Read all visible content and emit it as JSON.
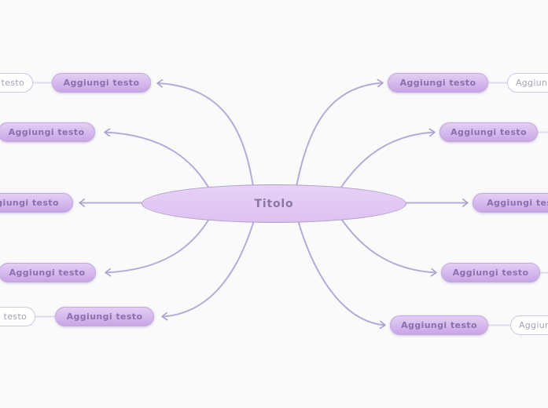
{
  "background": "#fafafa",
  "palette": {
    "node_fill_top": "#e3cff4",
    "node_fill_bottom": "#c8a5e5",
    "node_border": "#c2a8de",
    "node_text": "#8b6fad",
    "ellipse_fill": "#e2c8f3",
    "ellipse_border": "#ab9ecb",
    "ellipse_text": "#8d77a6",
    "connector": "#b5abd9",
    "placeholder_border": "#cfc6e3",
    "placeholder_text": "#a7a1b4"
  },
  "central_topic": {
    "label": "Titolo"
  },
  "nodes": {
    "left": [
      {
        "label": "Aggiungi testo"
      },
      {
        "label": "Aggiungi testo"
      },
      {
        "label": "Aggiungi testo"
      },
      {
        "label": "Aggiungi testo"
      },
      {
        "label": "Aggiungi testo"
      }
    ],
    "right": [
      {
        "label": "Aggiungi testo"
      },
      {
        "label": "Aggiungi testo"
      },
      {
        "label": "Aggiungi testo"
      },
      {
        "label": "Aggiungi testo"
      },
      {
        "label": "Aggiungi testo"
      }
    ]
  },
  "placeholders": {
    "top_left": {
      "label": "Aggiungi testo"
    },
    "bottom_left": {
      "label": "Aggiungi testo"
    },
    "top_right": {
      "label": "Aggiungi testo"
    },
    "bottom_right": {
      "label": "Aggiungi testo"
    }
  }
}
